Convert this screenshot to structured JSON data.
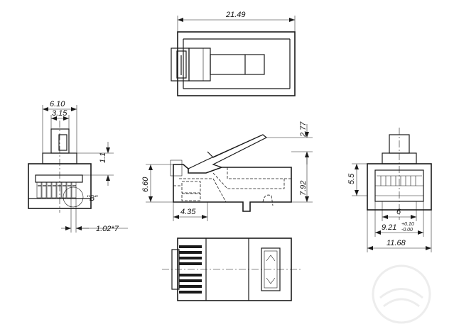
{
  "dimensions": {
    "top_length": "21.49",
    "front_width": "6.10",
    "latch_width": "3.15",
    "step_height": "1.1",
    "pin_pitch": "1.02*7",
    "detail_label": "\"B\"",
    "latch_height": "2.77",
    "body_height": "6.60",
    "overall_height": "7.92",
    "front_depth": "4.35",
    "rear_height": "5.5",
    "rear_inner_width": "6",
    "rear_opening_width": "9.21",
    "rear_opening_tol_plus": "+0.10",
    "rear_opening_tol_minus": "-0.00",
    "rear_overall_width": "11.68"
  }
}
